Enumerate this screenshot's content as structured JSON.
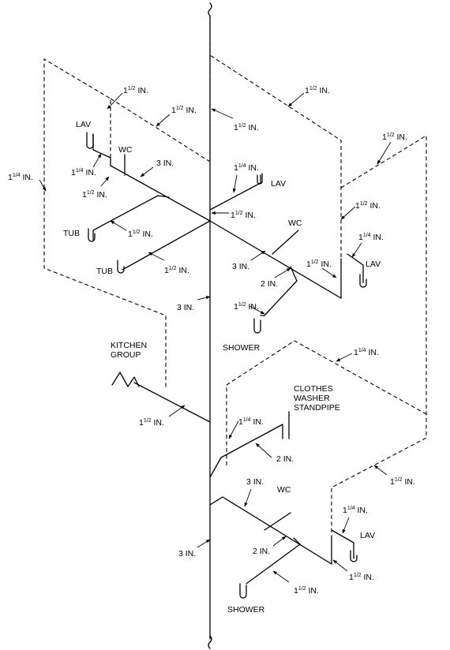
{
  "fixtures": {
    "lav": "LAV",
    "wc": "WC",
    "tub": "TUB",
    "shower": "SHOWER",
    "kitchen_group": [
      "KITCHEN",
      "GROUP"
    ],
    "clothes_washer_standpipe": [
      "CLOTHES",
      "WASHER",
      "STANDPIPE"
    ]
  },
  "sizes": {
    "one_half": {
      "whole": "1",
      "frac": "1/2",
      "unit": " IN."
    },
    "one_quarter": {
      "whole": "1",
      "frac": "1/4",
      "unit": " IN."
    },
    "two": "2 IN.",
    "three": "3 IN."
  }
}
